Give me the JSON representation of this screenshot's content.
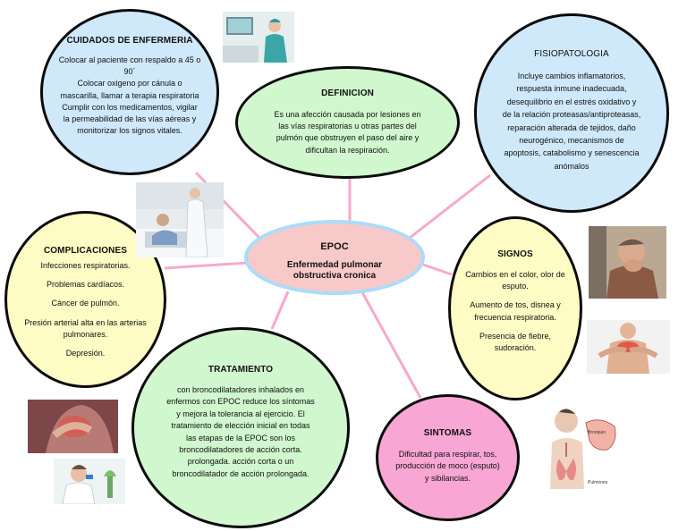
{
  "center": {
    "title": "EPOC",
    "subtitle": "Enfermedad pulmonar obstructiva cronica"
  },
  "nodes": {
    "cuidados": {
      "title": "CUIDADOS DE ENFERMERIA",
      "lines": [
        "Colocar al paciente con respaldo a 45 o 90´",
        "Colocar oxigeno por cánula o mascarilla, llamar a terapia respiratoria",
        "Cumplir con los medicamentos, vigilar la permeabilidad de las vías aéreas y monitorizar los signos vitales."
      ]
    },
    "definicion": {
      "title": "DEFINICION",
      "text": "Es una afección causada por lesiones en las vías respiratorias u otras partes del pulmón que obstruyen el paso del aire y dificultan la respiración."
    },
    "fisiopatologia": {
      "title": "FISIOPATOLOGIA",
      "text": "Incluye cambios inflamatorios, respuesta inmune inadecuada, desequilibrio en el estrés oxidativo y de la relación proteasas/antiproteasas, reparación alterada de tejidos, daño neurogénico, mecanismos de apoptosis, catabolismo y senescencia anómalos"
    },
    "complicaciones": {
      "title": "COMPLICACIONES",
      "items": [
        "Infecciones respiratorias.",
        "Problemas cardíacos.",
        "Cáncer de pulmón.",
        "Presión arterial alta en las arterias pulmonares.",
        "Depresión."
      ]
    },
    "signos": {
      "title": "SIGNOS",
      "items": [
        "Cambios en el color, olor de esputo.",
        "Aumento de tos, disnea y frecuencia respiratoria.",
        "Presencia de fiebre, sudoración."
      ]
    },
    "tratamiento": {
      "title": "TRATAMIENTO",
      "text": "con broncodilatadores inhalados en enfermos con EPOC reduce los síntomas y mejora la tolerancia al ejercicio. El tratamiento de elección inicial en todas las etapas de la EPOC son los broncodilatadores de acción corta. prolongada. acción corta o un broncodilatador de acción prolongada."
    },
    "sintomas": {
      "title": "SINTOMAS",
      "text": "Dificultad para respirar, tos, producción de moco (esputo) y sibilancias."
    }
  },
  "images": {
    "lung_diagram_labels": [
      "Bronquio",
      "Pulmones"
    ]
  },
  "colors": {
    "connector": "#f7a8cc",
    "blue_bubble": "#cfe9fb",
    "green_bubble": "#d0f7cd",
    "yellow_bubble": "#fefcc4",
    "pink_bubble": "#f8a6d3",
    "center_fill": "#f8c9c9",
    "center_border": "#aadcfb"
  }
}
